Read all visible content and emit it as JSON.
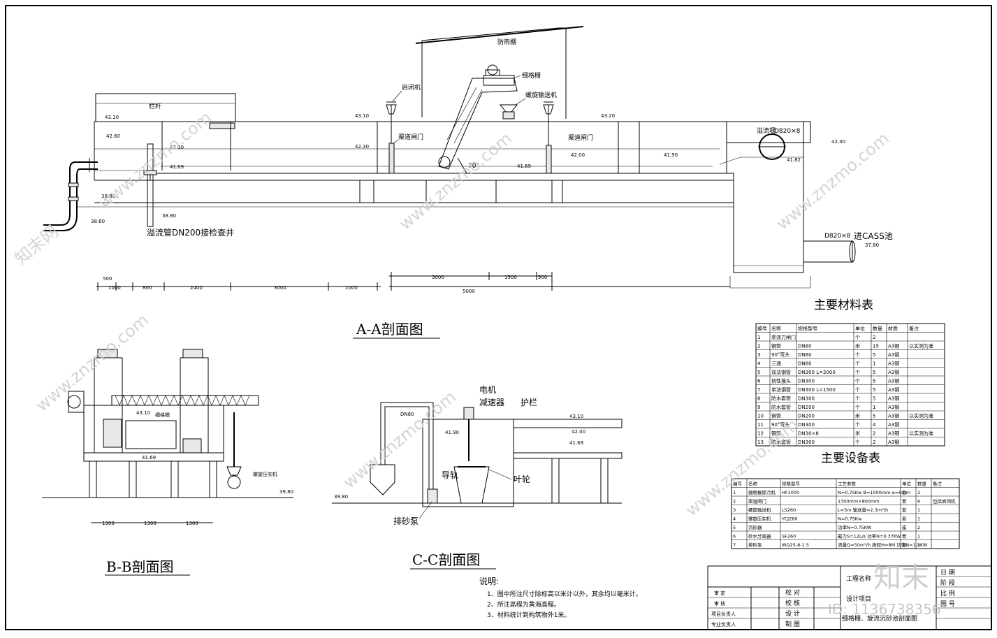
{
  "section_aa": {
    "title": "A-A剖面图",
    "labels": {
      "rain_shed": "防雨棚",
      "railing": "栏杆",
      "hoist1": "启闭机",
      "fine_screen": "细格栅",
      "screw_conveyor": "螺旋输送机",
      "channel_gate1": "渠道闸门",
      "channel_gate2": "渠道闸门",
      "overflow_weir": "溢流堰",
      "pipe_top": "D820×8",
      "pipe_outlet": "D820×8",
      "to_cass": "进CASS池",
      "overflow_pipe": "溢流管DN200接检查井",
      "angle": "70°"
    },
    "elevations": [
      "43.10",
      "42.60",
      "42.30",
      "41.69",
      "39.80",
      "38.80",
      "38.60",
      "43.10",
      "42.30",
      "43.20",
      "42.00",
      "41.69",
      "41.90",
      "41.82",
      "42.30",
      "37.80"
    ],
    "dims_top": [
      "500",
      "1000",
      "800",
      "2400",
      "3000",
      "1000"
    ],
    "dims_right_top": [
      "3000",
      "1500",
      "500"
    ],
    "dims_right_bottom": [
      "5000"
    ]
  },
  "section_bb": {
    "title": "B-B剖面图",
    "labels": {
      "screen": "细格栅",
      "press": "螺旋压实机"
    },
    "elevations": [
      "43.10",
      "41.69",
      "39.80"
    ],
    "dims": [
      "1300",
      "1300",
      "1300"
    ]
  },
  "section_cc": {
    "title": "C-C剖面图",
    "labels": {
      "motor": "电机",
      "reducer": "减速器",
      "railing": "护栏",
      "pipe": "DN80",
      "guide_rail": "导轨",
      "impeller": "叶轮",
      "sand_pump": "排砂泵"
    },
    "elevations": [
      "43.10",
      "42.00",
      "41.90",
      "41.69",
      "39.80"
    ]
  },
  "notes": {
    "heading": "说明:",
    "items": [
      "1、图中所注尺寸除标高以米计以外，其余均以毫米计。",
      "2、所注高程为黄海高程。",
      "3、材料统计到构筑物外1米。"
    ]
  },
  "materials_table": {
    "title": "主要材料表",
    "headers": [
      "编号",
      "名称",
      "规格型号",
      "单位",
      "数量",
      "材质",
      "备注"
    ],
    "rows": [
      [
        "1",
        "浆液刀闸门",
        "",
        "个",
        "2",
        "",
        ""
      ],
      [
        "2",
        "钢管",
        "DN80",
        "米",
        "15",
        "A3钢",
        "以实测为准"
      ],
      [
        "3",
        "90°弯头",
        "DN80",
        "个",
        "5",
        "A3钢",
        ""
      ],
      [
        "4",
        "三通",
        "DN80",
        "个",
        "1",
        "A3钢",
        ""
      ],
      [
        "5",
        "双法钢管",
        "DN300  L=2000",
        "个",
        "5",
        "A3钢",
        ""
      ],
      [
        "6",
        "挠性接头",
        "DN300",
        "个",
        "5",
        "A3钢",
        ""
      ],
      [
        "7",
        "单法钢管",
        "DN300  L=1500",
        "个",
        "5",
        "A3钢",
        ""
      ],
      [
        "8",
        "防水套管",
        "DN300",
        "个",
        "5",
        "A3钢",
        ""
      ],
      [
        "9",
        "防水套管",
        "DN200",
        "个",
        "1",
        "A3钢",
        ""
      ],
      [
        "10",
        "钢管",
        "DN200",
        "米",
        "5",
        "A3钢",
        "以实测为准"
      ],
      [
        "11",
        "90°弯头",
        "DN300",
        "个",
        "4",
        "A3钢",
        ""
      ],
      [
        "12",
        "钢管",
        "DN30×8",
        "米",
        "2",
        "A3钢",
        "以实测为准"
      ],
      [
        "13",
        "防水套管",
        "DN300",
        "个",
        "2",
        "A3钢",
        ""
      ]
    ]
  },
  "equipment_table": {
    "title": "主要设备表",
    "headers": [
      "编号",
      "名称",
      "规格型号",
      "工艺参数",
      "单位",
      "数量",
      "备注"
    ],
    "rows": [
      [
        "1",
        "细格栅除污机",
        "HF1000",
        "N=0.75Kw B=1000mm e=6mm",
        "套",
        "2",
        ""
      ],
      [
        "2",
        "渠道闸门",
        "",
        "1300mm×800mm",
        "套",
        "6",
        "包括启闭机"
      ],
      [
        "3",
        "螺旋输送机",
        "LS260",
        "L=5m 输送量=2.3m³/h",
        "套",
        "1",
        ""
      ],
      [
        "4",
        "螺旋压实机",
        "YCJ260",
        "N=0.75Kw",
        "套",
        "1",
        ""
      ],
      [
        "5",
        "沉砂器",
        "",
        "功率N=0.75KW",
        "座",
        "2",
        ""
      ],
      [
        "6",
        "砂水分离器",
        "SF260",
        "截力S=12L/s  功率N=0.37KW",
        "套",
        "1",
        ""
      ],
      [
        "7",
        "排砂泵",
        "WQ25-8-1.5",
        "流量Q=50m³/h 扬程H=8M 功率N=1.5KW",
        "台",
        "2",
        ""
      ]
    ]
  },
  "title_block": {
    "project": "工程名称",
    "design_item": "设计项目",
    "drawing_name": "细格栅、旋流沉砂池剖面图",
    "left_labels": [
      "审  定",
      "审  核",
      "项目负责人",
      "专业负责人"
    ],
    "mid_labels": [
      "校  对",
      "校  核",
      "设  计",
      "制  图"
    ],
    "right_labels": [
      "日  期",
      "阶  段",
      "比  例",
      "图  号"
    ]
  },
  "watermark": {
    "site": "www.znzmo.com",
    "cn": "知末网",
    "logo": "知末",
    "id": "ID: 1136738356"
  }
}
